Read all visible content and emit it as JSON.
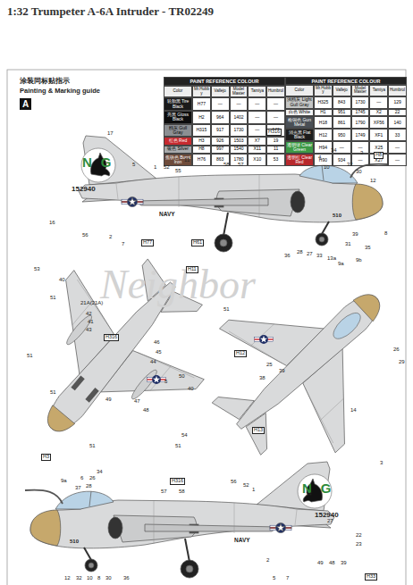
{
  "diagram": {
    "title": "1:32 Trumpeter A-6A Intruder - TR02249",
    "nodes": [
      {
        "text": [
          "A"
        ]
      }
    ],
    "labels": [
      "涂装同标贴指示",
      "Painting & Marking guide",
      "PAINT REFERENCE COLOUR",
      "PAINT REFERENCE COLOUR",
      "Color",
      "Mr.Hobby",
      "Vallejo",
      "Model Master",
      "Tamiya",
      "Humbrol",
      "Color",
      "Mr.Hobby",
      "Vallejo",
      "Model Master",
      "Tamiya",
      "Humbrol",
      "H77",
      "—",
      "—",
      "—",
      "—",
      "H2",
      "964",
      "1402",
      "—",
      "—",
      "H315",
      "917",
      "1730",
      "—",
      "146",
      "H3",
      "926",
      "1503",
      "X7",
      "19",
      "H8",
      "997",
      "1540",
      "X11",
      "11",
      "H76",
      "863",
      "1780",
      "X10",
      "53",
      "H325",
      "843",
      "1730",
      "—",
      "129",
      "H1",
      "951",
      "1745",
      "X2",
      "22",
      "H18",
      "861",
      "1790",
      "XF56",
      "140",
      "H12",
      "950",
      "1749",
      "XF1",
      "33",
      "H94",
      "—",
      "—",
      "X25",
      "—",
      "H90",
      "934",
      "—",
      "X27",
      "—",
      "152940",
      "NAVY",
      "510",
      "NG",
      "152940",
      "NAVY",
      "510",
      "NG",
      "Neighbor",
      "17",
      "5",
      "1",
      "52",
      "55",
      "11",
      "58",
      "57",
      "3",
      "4",
      "34",
      "10",
      "32",
      "30",
      "12",
      "8",
      "16",
      "56",
      "2",
      "7",
      "36",
      "28",
      "27",
      "33",
      "13a",
      "9a",
      "9b",
      "31",
      "39",
      "35",
      "53",
      "40",
      "51",
      "21A(21A)",
      "42",
      "41",
      "43",
      "44",
      "45",
      "46",
      "50",
      "5",
      "40",
      "51",
      "51",
      "47",
      "48",
      "49",
      "54",
      "51",
      "51",
      "26",
      "29",
      "38",
      "25",
      "39",
      "14",
      "51",
      "34",
      "6",
      "26",
      "9a",
      "28",
      "37",
      "57",
      "58",
      "56",
      "52",
      "1",
      "3",
      "14",
      "12",
      "32",
      "10",
      "8",
      "30",
      "5",
      "7",
      "49",
      "48",
      "39",
      "22",
      "23",
      "27",
      "2",
      "36",
      "H316",
      "H8",
      "H77",
      "H61",
      "H316",
      "H11",
      "H12",
      "H3",
      "H13",
      "H316",
      "H33"
    ],
    "legend": [
      {
        "text": "轮胎黑 Tire Black",
        "color": "#1a1a1a"
      },
      {
        "text": "亮黑 Gloss Black",
        "color": "#0d0d0d"
      },
      {
        "text": "鸥灰 Gull Gray",
        "color": "#8c8f93"
      },
      {
        "text": "红色 Red",
        "color": "#c62a2f"
      },
      {
        "text": "银色 Silver",
        "color": "#a9abad"
      },
      {
        "text": "焦铁色 Burnt Iron",
        "color": "#6e4b3a"
      },
      {
        "text": "浅鸥灰 Light Gull Gray",
        "color": "#c4c5c4"
      },
      {
        "text": "白色 White",
        "color": "#f5f5f5"
      },
      {
        "text": "枪铜色 Gun Metal",
        "color": "#4a4f55"
      },
      {
        "text": "消光黑 Flat Black",
        "color": "#1c1c1c"
      },
      {
        "text": "透明绿 Clear Green",
        "color": "#3c9a45"
      },
      {
        "text": "透明红 Clear Red",
        "color": "#b8282c"
      }
    ]
  }
}
